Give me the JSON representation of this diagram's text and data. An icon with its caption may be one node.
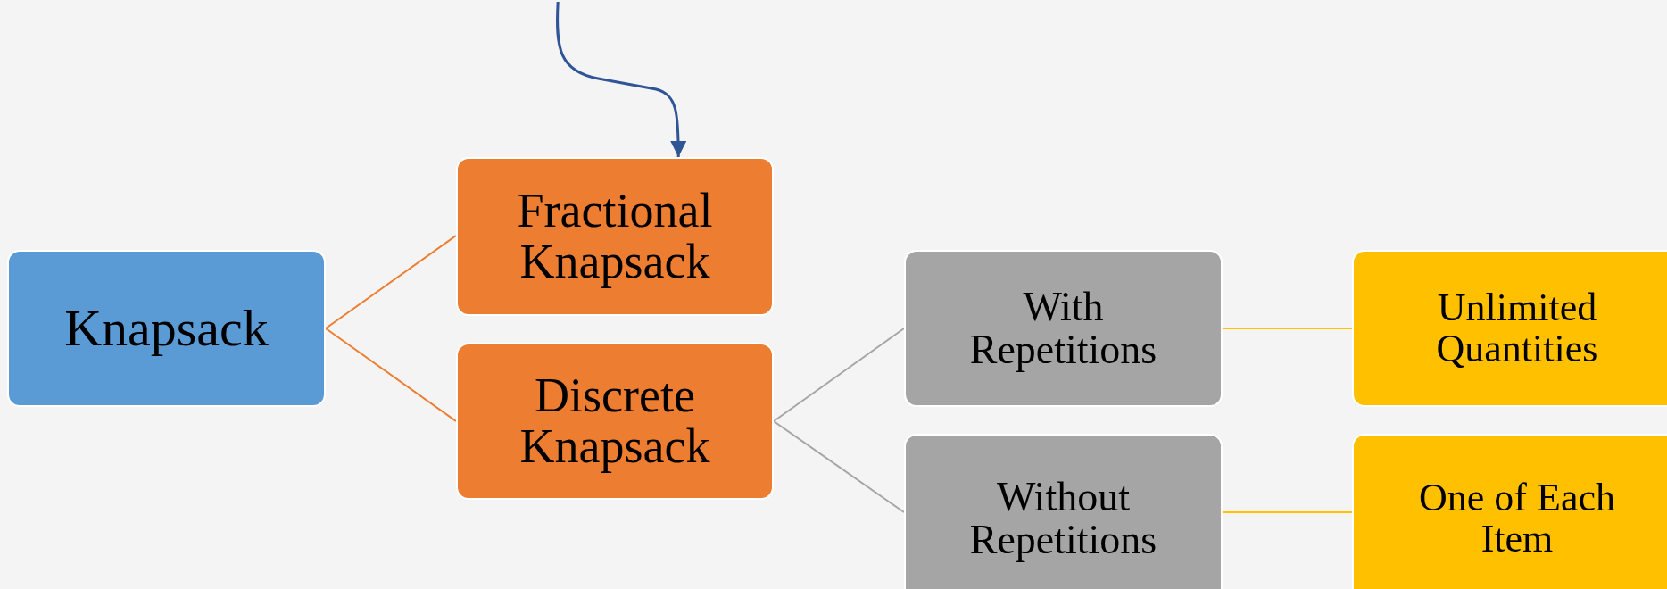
{
  "diagram": {
    "nodes": [
      {
        "text": [
          "Knapsack"
        ]
      },
      {
        "text": [
          "Fractional Knapsack"
        ]
      },
      {
        "text": [
          "Discrete Knapsack"
        ]
      },
      {
        "text": [
          "With Repetitions"
        ]
      },
      {
        "text": [
          "Without Repetitions"
        ]
      },
      {
        "text": [
          "Unlimited Quantities"
        ]
      },
      {
        "text": [
          "One of Each Item"
        ]
      }
    ],
    "edges": [
      {
        "from": 0,
        "to": 1,
        "arrow": "none",
        "color": "#ed7d31"
      },
      {
        "from": 0,
        "to": 2,
        "arrow": "none",
        "color": "#ed7d31"
      },
      {
        "from": 2,
        "to": 3,
        "arrow": "none",
        "color": "#a5a5a5"
      },
      {
        "from": 2,
        "to": 4,
        "arrow": "none",
        "color": "#a5a5a5"
      },
      {
        "from": 3,
        "to": 5,
        "arrow": "none",
        "color": "#ffc000"
      },
      {
        "from": 4,
        "to": 6,
        "arrow": "none",
        "color": "#ffc000"
      },
      {
        "from": null,
        "to": 1,
        "arrow": "to",
        "color": "#2f5597"
      }
    ]
  }
}
